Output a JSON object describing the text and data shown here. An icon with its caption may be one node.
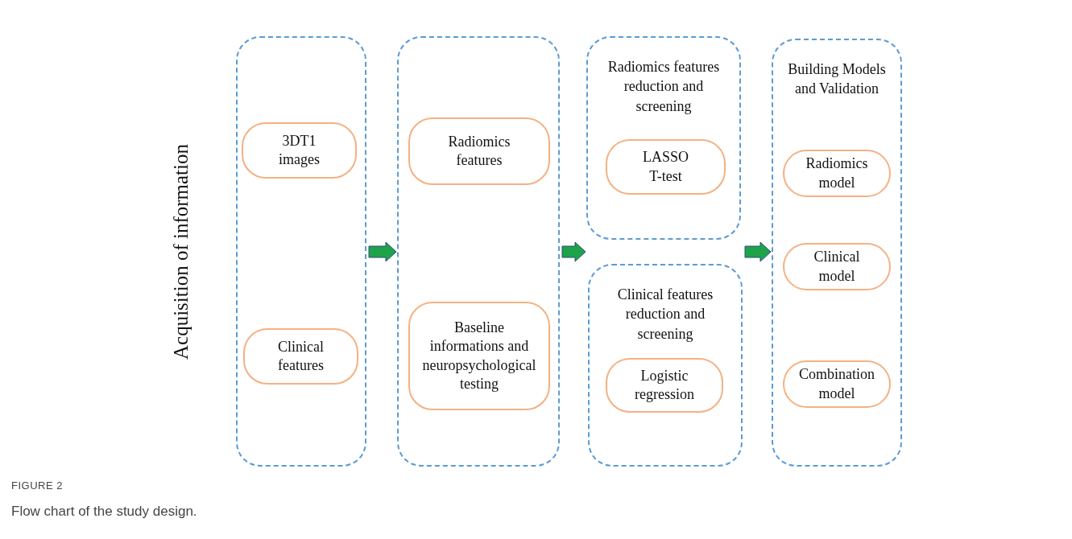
{
  "diagram": {
    "caption": "Flow chart of the study design.",
    "nodes": [
      {
        "text": [
          "Acquisition of information"
        ]
      },
      {
        "text": [
          "3DT1 images"
        ],
        "in": 0
      },
      {
        "text": [
          "Clinical features"
        ],
        "in": 0
      },
      {
        "text": [],
        "shape": "box"
      },
      {
        "text": [
          "Radiomics features"
        ],
        "in": 3
      },
      {
        "text": [
          "Baseline informations and neuropsychological testing"
        ],
        "in": 3
      },
      {
        "text": [
          "Radiomics features reduction and screening"
        ]
      },
      {
        "text": [
          "LASSO T-test"
        ],
        "in": 6
      },
      {
        "text": [
          "Clinical features reduction and screening"
        ]
      },
      {
        "text": [
          "Logistic regression"
        ],
        "in": 8
      },
      {
        "text": [
          "Building Models and Validation"
        ]
      },
      {
        "text": [
          "Radiomics model"
        ],
        "in": 10
      },
      {
        "text": [
          "Clinical model"
        ],
        "in": 10
      },
      {
        "text": [
          "Combination model"
        ],
        "in": 10
      }
    ],
    "edges": [
      {
        "from": 0,
        "to": 3,
        "arrow": "to"
      },
      {
        "from": 3,
        "to": 6,
        "arrow": "to"
      },
      {
        "from": 3,
        "to": 8,
        "arrow": "to"
      },
      {
        "from": 6,
        "to": 10,
        "arrow": "to"
      },
      {
        "from": 8,
        "to": 10,
        "arrow": "to"
      }
    ],
    "labels": [
      "FIGURE 2"
    ]
  }
}
